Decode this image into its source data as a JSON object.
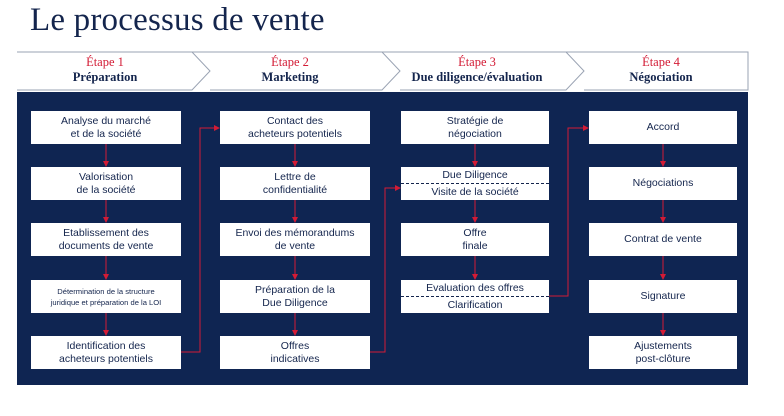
{
  "title": "Le processus de vente",
  "steps": [
    {
      "num": "Étape 1",
      "name": "Préparation"
    },
    {
      "num": "Étape 2",
      "name": "Marketing"
    },
    {
      "num": "Étape 3",
      "name": "Due diligence/évaluation"
    },
    {
      "num": "Étape 4",
      "name": "Négociation"
    }
  ],
  "columns": [
    {
      "boxes": [
        "Analyse du marché\net de la société",
        "Valorisation\nde la société",
        "Etablissement des\ndocuments de vente",
        "Détermination de la structure\njuridique et préparation de la LOI",
        "Identification des\nacheteurs potentiels"
      ]
    },
    {
      "boxes": [
        "Contact des\nacheteurs potentiels",
        "Lettre de\nconfidentialité",
        "Envoi des mémorandums\nde vente",
        "Préparation de la\nDue Diligence",
        "Offres\nindicatives"
      ]
    },
    {
      "boxes": [
        "Stratégie de\nnégociation",
        [
          "Due Diligence",
          "Visite de la société"
        ],
        "Offre\nfinale",
        [
          "Evaluation des offres",
          "Clarification"
        ]
      ]
    },
    {
      "boxes": [
        "Accord",
        "Négociations",
        "Contrat de vente",
        "Signature",
        "Ajustements\npost-clôture"
      ]
    }
  ],
  "colors": {
    "navy": "#0f2552",
    "accent_red": "#d31b35",
    "text": "#14254d",
    "chevron_border": "#9aa3b3"
  }
}
